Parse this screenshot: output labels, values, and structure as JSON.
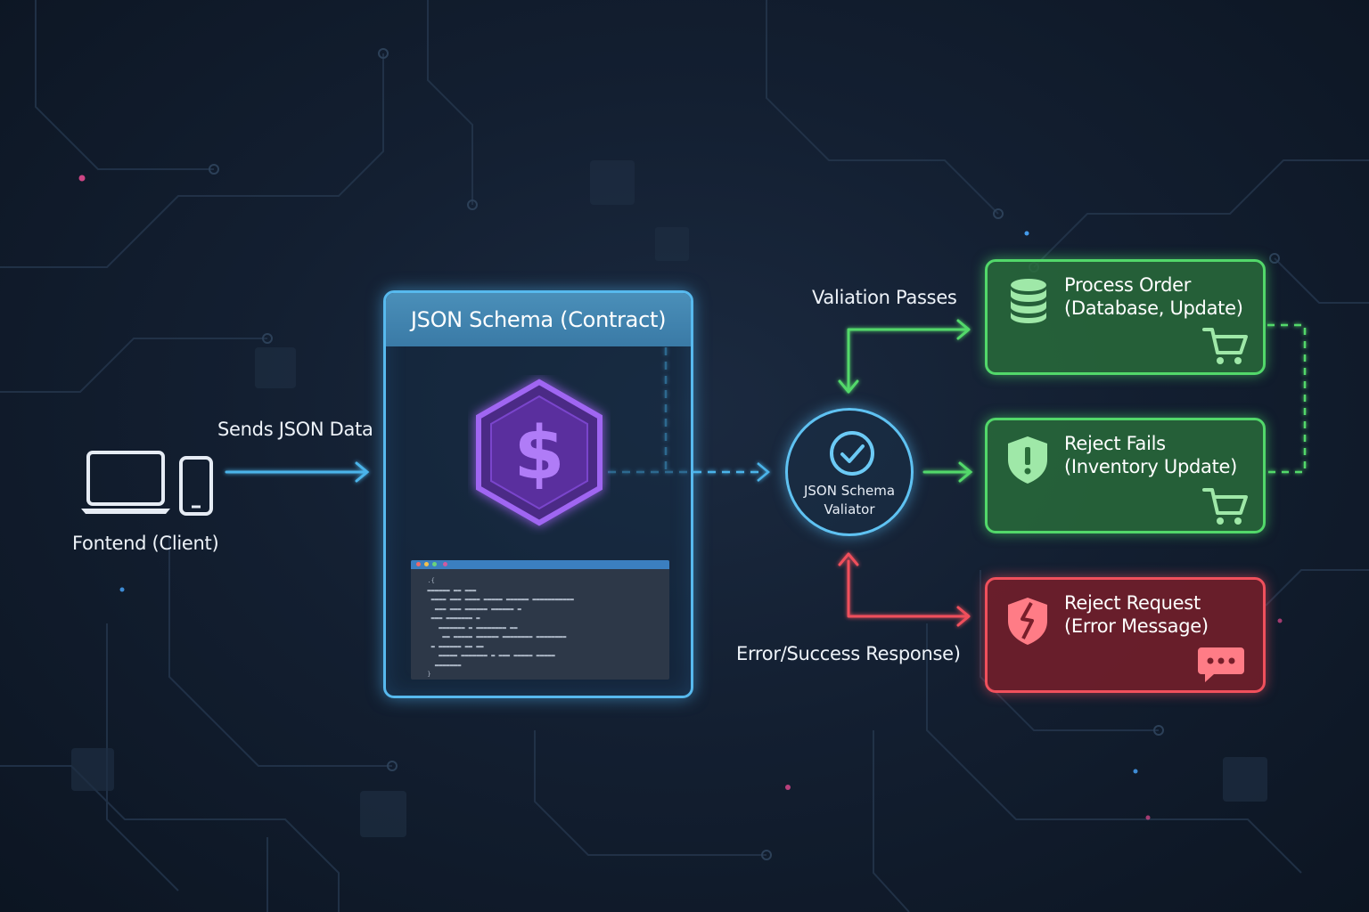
{
  "client": {
    "label": "Fontend (Client)"
  },
  "edges": {
    "send_label": "Sends JSON Data",
    "pass_label": "Valiation Passes",
    "response_label": "Error/Success Response)"
  },
  "schema": {
    "title": "JSON Schema (Contract)",
    "badge_symbol": "$"
  },
  "validator": {
    "line1": "JSON Schema",
    "line2": "Valiator"
  },
  "results": {
    "process": {
      "title": "Process Order",
      "subtitle": "(Database, Update)"
    },
    "reject_fails": {
      "title": "Reject Fails",
      "subtitle": "(Inventory Update)"
    },
    "reject_request": {
      "title": "Reject Request",
      "subtitle": "(Error Message)"
    }
  },
  "icons": {
    "client": [
      "laptop-icon",
      "phone-icon"
    ],
    "schema": "hexagon-dollar-icon",
    "validator": "check-circle-icon",
    "process": [
      "database-icon",
      "cart-icon"
    ],
    "reject_fails": [
      "shield-alert-icon",
      "cart-icon"
    ],
    "reject_request": [
      "broken-shield-icon",
      "chat-icon"
    ]
  },
  "colors": {
    "flow_blue": "#4bb4ea",
    "success_green": "#52d86a",
    "error_red": "#f0505c",
    "schema_purple": "#8b4fe0"
  }
}
